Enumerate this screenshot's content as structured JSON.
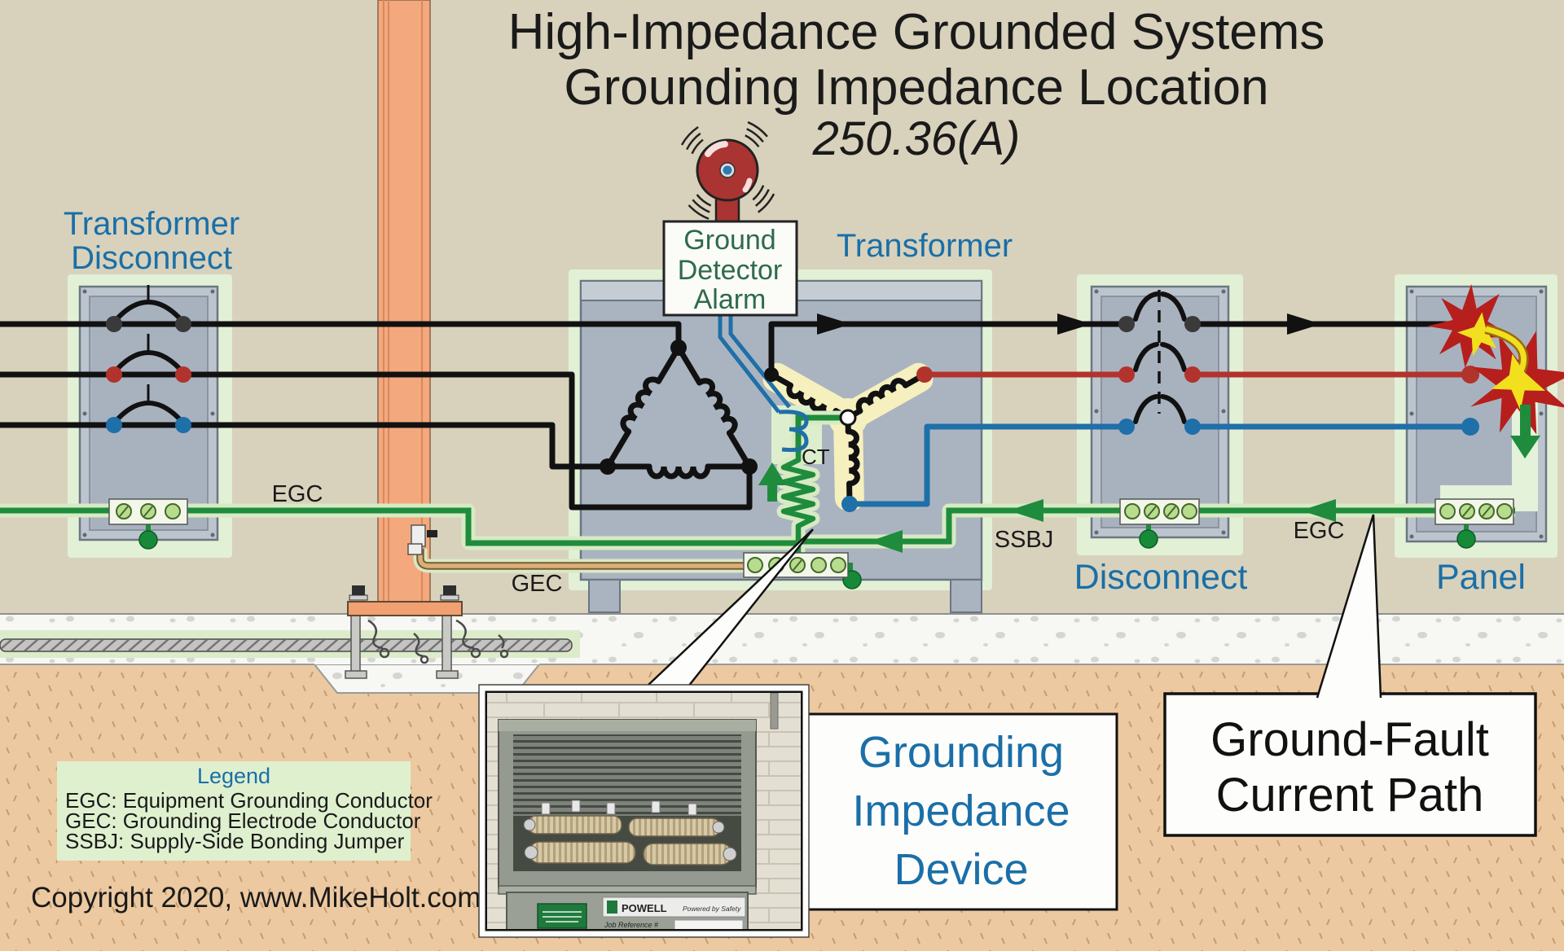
{
  "title": {
    "line1": "High-Impedance Grounded Systems",
    "line2": "Grounding Impedance Location",
    "line3": "250.36(A)"
  },
  "labels": {
    "transformer_disconnect_1": "Transformer",
    "transformer_disconnect_2": "Disconnect",
    "transformer": "Transformer",
    "disconnect": "Disconnect",
    "panel": "Panel",
    "egc_left": "EGC",
    "egc_right": "EGC",
    "gec": "GEC",
    "ssbj": "SSBJ",
    "ct": "CT"
  },
  "alarm": {
    "line1": "Ground",
    "line2": "Detector",
    "line3": "Alarm"
  },
  "callout_device": {
    "line1": "Grounding",
    "line2": "Impedance",
    "line3": "Device"
  },
  "callout_fault": {
    "line1": "Ground-Fault",
    "line2": "Current Path"
  },
  "legend": {
    "title": "Legend",
    "items": [
      "EGC: Equipment Grounding Conductor",
      "GEC: Grounding Electrode Conductor",
      "SSBJ: Supply-Side Bonding Jumper"
    ]
  },
  "copyright": "Copyright 2020, www.MikeHolt.com",
  "photo": {
    "brand": "POWELL",
    "tagline": "Powered by Safety",
    "job_label": "Job Reference #"
  },
  "colors": {
    "label_blue": "#1a6fa8",
    "alarm_text_green": "#2e6b4a",
    "wire_green": "#1e8c3c",
    "wire_red": "#b2332c",
    "wire_blue": "#1f6fa8",
    "bell_red": "#a93431",
    "column_orange": "#f4a87e"
  }
}
